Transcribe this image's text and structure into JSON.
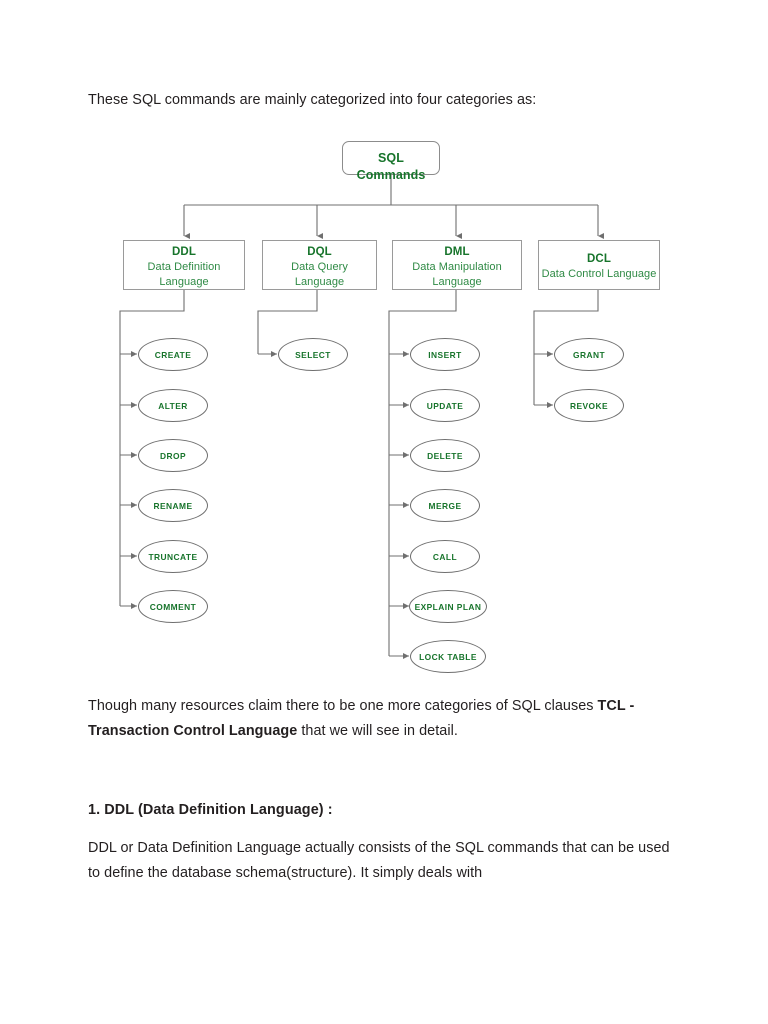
{
  "document": {
    "intro_paragraph": "These SQL commands are mainly categorized into four categories as:",
    "tcl_paragraph_pre": "Though many resources claim there to be one more categories of SQL clauses ",
    "tcl_paragraph_bold": "TCL - Transaction Control Language",
    "tcl_paragraph_post": " that we will see in detail.",
    "section_heading": "1. DDL (Data Definition Language) :",
    "section_body": "DDL or Data Definition Language actually consists of the SQL commands that can be used to define the database schema(structure). It simply deals with"
  },
  "colors": {
    "title_green": "#17742b",
    "subtitle_green": "#2f8a45",
    "box_border": "#9a9a9a",
    "ellipse_border": "#6f6f6f",
    "connector": "#6f6f6f",
    "text": "#231f20",
    "background": "#ffffff"
  },
  "chart_data": {
    "type": "diagram",
    "title": "SQL Commands",
    "root": {
      "label": "SQL Commands"
    },
    "categories": [
      {
        "abbr": "DDL",
        "name_line1": "Data Definition",
        "name_line2": "Language",
        "full_name": "Data Definition Language",
        "commands": [
          "CREATE",
          "ALTER",
          "DROP",
          "RENAME",
          "TRUNCATE",
          "COMMENT"
        ]
      },
      {
        "abbr": "DQL",
        "name_line1": "Data Query",
        "name_line2": "Language",
        "full_name": "Data Query Language",
        "commands": [
          "SELECT"
        ]
      },
      {
        "abbr": "DML",
        "name_line1": "Data Manipulation",
        "name_line2": "Language",
        "full_name": "Data Manipulation Language",
        "commands": [
          "INSERT",
          "UPDATE",
          "DELETE",
          "MERGE",
          "CALL",
          "EXPLAIN PLAN",
          "LOCK TABLE"
        ]
      },
      {
        "abbr": "DCL",
        "name_line1": "Data Control Language",
        "name_line2": "",
        "full_name": "Data Control Language",
        "commands": [
          "GRANT",
          "REVOKE"
        ]
      }
    ]
  }
}
